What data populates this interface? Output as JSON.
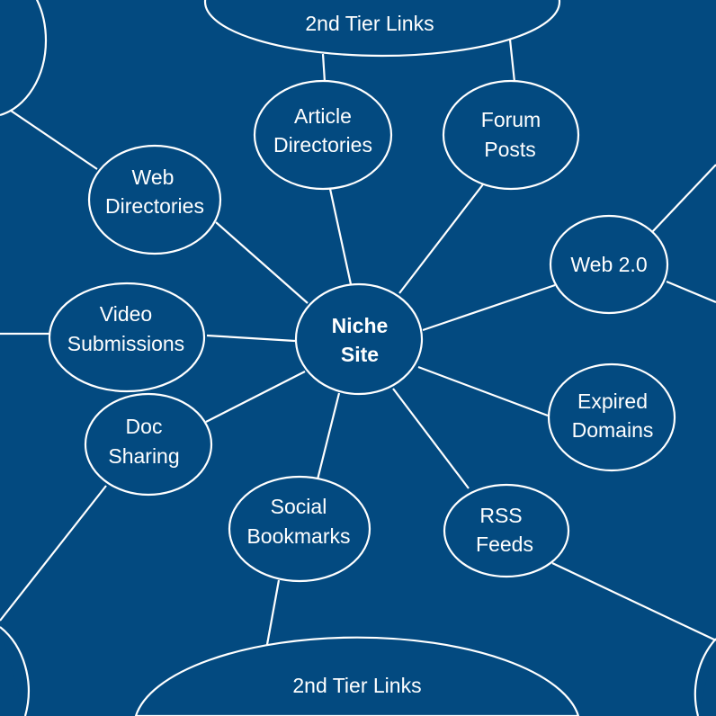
{
  "diagram": {
    "background_color": "#034a80",
    "stroke_color": "#ffffff",
    "center": {
      "id": "niche",
      "lines": [
        "Niche",
        "Site"
      ]
    },
    "nodes": [
      {
        "id": "article",
        "lines": [
          "Article",
          "Directories"
        ]
      },
      {
        "id": "forum",
        "lines": [
          "Forum",
          "Posts"
        ]
      },
      {
        "id": "web20",
        "lines": [
          "Web 2.0"
        ]
      },
      {
        "id": "expired",
        "lines": [
          "Expired",
          "Domains"
        ]
      },
      {
        "id": "rss",
        "lines": [
          "RSS",
          "Feeds"
        ]
      },
      {
        "id": "social",
        "lines": [
          "Social",
          "Bookmarks"
        ]
      },
      {
        "id": "doc",
        "lines": [
          "Doc",
          "Sharing"
        ]
      },
      {
        "id": "video",
        "lines": [
          "Video",
          "Submissions"
        ]
      },
      {
        "id": "webdir",
        "lines": [
          "Web",
          "Directories"
        ]
      }
    ],
    "tier2": [
      {
        "id": "tier-top",
        "lines": [
          "2nd Tier Links"
        ]
      },
      {
        "id": "tier-bottom",
        "lines": [
          "2nd Tier Links"
        ]
      }
    ]
  }
}
